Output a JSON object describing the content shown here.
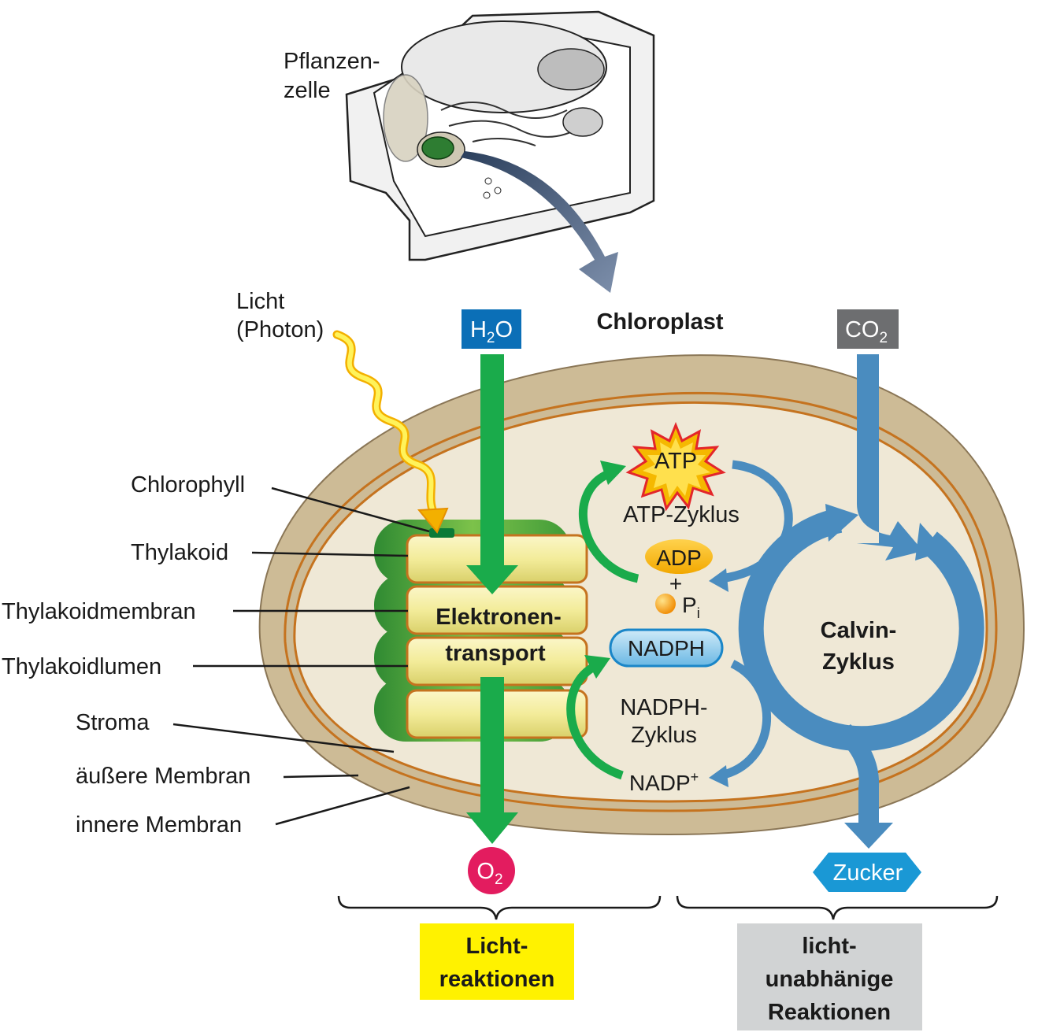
{
  "title": "Chloroplast",
  "cell": {
    "label_line1": "Pflanzen-",
    "label_line2": "zelle"
  },
  "light": {
    "line1": "Licht",
    "line2": "(Photon)"
  },
  "molecules": {
    "h2o": {
      "base": "H",
      "sub": "2",
      "tail": "O"
    },
    "co2": {
      "base": "CO",
      "sub": "2"
    },
    "o2": {
      "base": "O",
      "sub": "2"
    },
    "sugar": "Zucker",
    "atp": "ATP",
    "adp": "ADP",
    "plus": "+",
    "pi": {
      "base": "P",
      "sub": "i"
    },
    "nadph": "NADPH",
    "nadp": {
      "base": "NADP",
      "sup": "+"
    }
  },
  "cycles": {
    "atp": "ATP-Zyklus",
    "nadph_line1": "NADPH-",
    "nadph_line2": "Zyklus",
    "calvin_line1": "Calvin-",
    "calvin_line2": "Zyklus"
  },
  "electron_transport": {
    "line1": "Elektronen-",
    "line2": "transport"
  },
  "structure_labels": {
    "chlorophyll": "Chlorophyll",
    "thylakoid": "Thylakoid",
    "thylakoid_membrane": "Thylakoidmembran",
    "thylakoid_lumen": "Thylakoidlumen",
    "stroma": "Stroma",
    "outer_membrane": "äußere Membran",
    "inner_membrane": "innere Membran"
  },
  "phases": {
    "light_line1": "Licht-",
    "light_line2": "reaktionen",
    "dark_line1": "licht-",
    "dark_line2": "unabhänige",
    "dark_line3": "Reaktionen"
  },
  "colors": {
    "green_arrow": "#1aab4b",
    "blue_arrow": "#4a8cbf",
    "h2o_box": "#0b6fb7",
    "co2_box": "#6d6e70",
    "o2_circle": "#e31c5f",
    "light_box": "#fff200",
    "dark_box": "#d1d3d4",
    "stroma": "#efe8d6",
    "outer_envelope": "#cdbb96"
  }
}
